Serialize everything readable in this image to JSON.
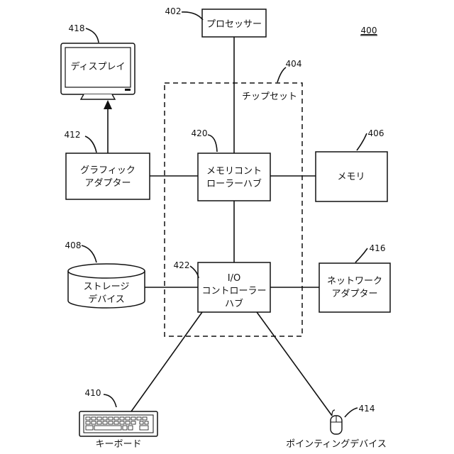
{
  "figure_number": "400",
  "nodes": {
    "processor": {
      "ref": "402",
      "label": "プロセッサー"
    },
    "chipset": {
      "ref": "404",
      "label": "チップセット"
    },
    "memory_controller_hub": {
      "ref": "420",
      "line1": "メモリコント",
      "line2": "ローラーハブ"
    },
    "memory": {
      "ref": "406",
      "label": "メモリ"
    },
    "graphics_adapter": {
      "ref": "412",
      "line1": "グラフィック",
      "line2": "アダプター"
    },
    "display": {
      "ref": "418",
      "label": "ディスプレイ"
    },
    "io_controller_hub": {
      "ref": "422",
      "line1": "I/O",
      "line2": "コントローラー",
      "line3": "ハブ"
    },
    "storage": {
      "ref": "408",
      "line1": "ストレージ",
      "line2": "デバイス"
    },
    "network_adapter": {
      "ref": "416",
      "line1": "ネットワーク",
      "line2": "アダプター"
    },
    "keyboard": {
      "ref": "410",
      "label": "キーボード"
    },
    "pointing_device": {
      "ref": "414",
      "label": "ポインティングデバイス"
    }
  }
}
